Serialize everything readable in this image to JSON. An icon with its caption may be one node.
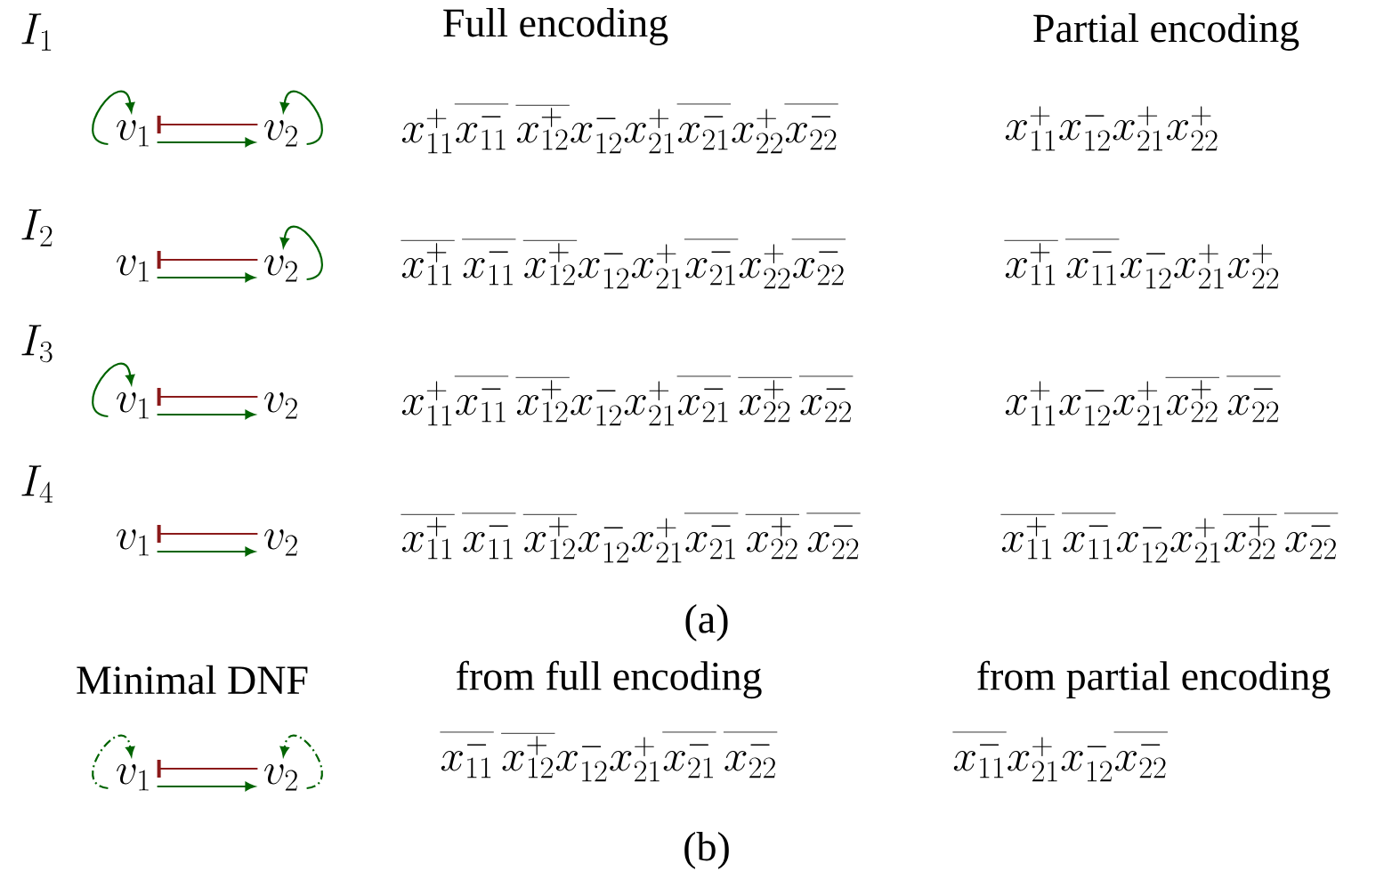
{
  "diagram": {
    "nodes": [
      {
        "text": [
          "v_1"
        ]
      },
      {
        "text": [
          "v_2"
        ]
      },
      {
        "text": [
          "v_1"
        ]
      },
      {
        "text": [
          "v_2"
        ]
      },
      {
        "text": [
          "v_1"
        ]
      },
      {
        "text": [
          "v_2"
        ]
      },
      {
        "text": [
          "v_1"
        ]
      },
      {
        "text": [
          "v_2"
        ]
      },
      {
        "text": [
          "v_1"
        ]
      },
      {
        "text": [
          "v_2"
        ]
      }
    ],
    "edges": [
      {
        "from": 0,
        "to": 0,
        "arrow": "to"
      },
      {
        "from": 1,
        "to": 1,
        "arrow": "to"
      },
      {
        "from": 1,
        "to": 0,
        "arrow": "other",
        "color": "#8b1a1a"
      },
      {
        "from": 0,
        "to": 1,
        "arrow": "to"
      },
      {
        "from": 3,
        "to": 3,
        "arrow": "to"
      },
      {
        "from": 3,
        "to": 2,
        "arrow": "other",
        "color": "#8b1a1a"
      },
      {
        "from": 2,
        "to": 3,
        "arrow": "to"
      },
      {
        "from": 4,
        "to": 4,
        "arrow": "to"
      },
      {
        "from": 5,
        "to": 4,
        "arrow": "other",
        "color": "#8b1a1a"
      },
      {
        "from": 4,
        "to": 5,
        "arrow": "to"
      },
      {
        "from": 7,
        "to": 6,
        "arrow": "other",
        "color": "#8b1a1a"
      },
      {
        "from": 6,
        "to": 7,
        "arrow": "to"
      },
      {
        "from": 8,
        "to": 8,
        "arrow": "to",
        "style": "dashed"
      },
      {
        "from": 9,
        "to": 9,
        "arrow": "to",
        "style": "dashed"
      },
      {
        "from": 9,
        "to": 8,
        "arrow": "other",
        "color": "#8b1a1a"
      },
      {
        "from": 8,
        "to": 9,
        "arrow": "to"
      }
    ],
    "labels": [
      "I_1",
      "Full encoding",
      "Partial encoding",
      "x_{11}^{+}\\overline{x_{11}^{-}}\\,\\overline{x_{12}^{+}}x_{12}^{-}x_{21}^{+}\\overline{x_{21}^{-}}x_{22}^{+}\\overline{x_{22}^{-}}",
      "x_{11}^{+}x_{12}^{-}x_{21}^{+}x_{22}^{+}",
      "I_2",
      "\\overline{x_{11}^{+}}\\,\\overline{x_{11}^{-}}\\,\\overline{x_{12}^{+}}x_{12}^{-}x_{21}^{+}\\overline{x_{21}^{-}}x_{22}^{+}\\overline{x_{22}^{-}}",
      "\\overline{x_{11}^{+}}\\,\\overline{x_{11}^{-}}x_{12}^{-}x_{21}^{+}x_{22}^{+}",
      "I_3",
      "x_{11}^{+}\\overline{x_{11}^{-}}\\,\\overline{x_{12}^{+}}x_{12}^{-}x_{21}^{+}\\overline{x_{21}^{-}}\\,\\overline{x_{22}^{+}}\\,\\overline{x_{22}^{-}}",
      "x_{11}^{+}x_{12}^{-}x_{21}^{+}\\overline{x_{22}^{+}}\\,\\overline{x_{22}^{-}}",
      "I_4",
      "\\overline{x_{11}^{+}}\\,\\overline{x_{11}^{-}}\\,\\overline{x_{12}^{+}}x_{12}^{-}x_{21}^{+}\\overline{x_{21}^{-}}\\,\\overline{x_{22}^{+}}\\,\\overline{x_{22}^{-}}",
      "\\overline{x_{11}^{+}}\\,\\overline{x_{11}^{-}}x_{12}^{-}x_{21}^{+}\\overline{x_{22}^{+}}\\,\\overline{x_{22}^{-}}",
      "(a)",
      "Minimal DNF",
      "from full encoding",
      "from partial encoding",
      "\\overline{x_{11}^{-}}\\,\\overline{x_{12}^{+}}x_{12}^{-}x_{21}^{+}\\overline{x_{21}^{-}}\\,\\overline{x_{22}^{-}}",
      "\\overline{x_{11}^{-}}x_{21}^{+}x_{12}^{-}\\overline{x_{22}^{-}}",
      "(b)"
    ]
  }
}
